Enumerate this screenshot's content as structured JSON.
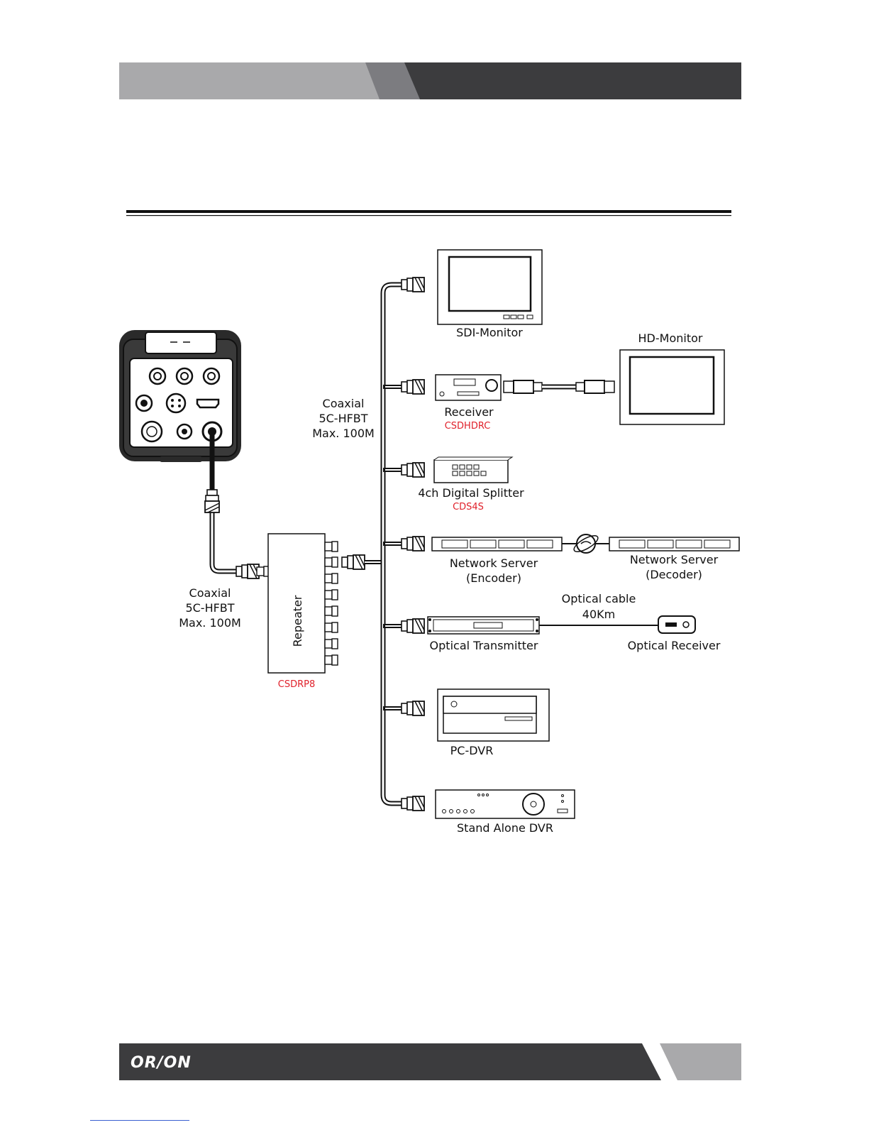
{
  "footer": {
    "logo_text": "OR/ON"
  },
  "diagram": {
    "coax_left": [
      "Coaxial",
      "5C-HFBT",
      "Max. 100M"
    ],
    "coax_right": [
      "Coaxial",
      "5C-HFBT",
      "Max. 100M"
    ],
    "repeater": {
      "label": "Repeater",
      "model": "CSDRP8"
    },
    "devices": {
      "sdi_monitor": "SDI-Monitor",
      "hd_monitor": "HD-Monitor",
      "receiver": {
        "label": "Receiver",
        "model": "CSDHDRC"
      },
      "splitter": {
        "label": "4ch Digital Splitter",
        "model": "CDS4S"
      },
      "encoder": [
        "Network Server",
        "(Encoder)"
      ],
      "decoder": [
        "Network Server",
        "(Decoder)"
      ],
      "optical_cable": [
        "Optical cable",
        "40Km"
      ],
      "optical_tx": "Optical Transmitter",
      "optical_rx": "Optical Receiver",
      "pc_dvr": "PC-DVR",
      "standalone_dvr": "Stand Alone DVR"
    }
  },
  "colors": {
    "band_light": "#a9a9ab",
    "band_mid": "#7c7c80",
    "band_dark": "#3c3c3e",
    "model_red": "#e0202a"
  }
}
